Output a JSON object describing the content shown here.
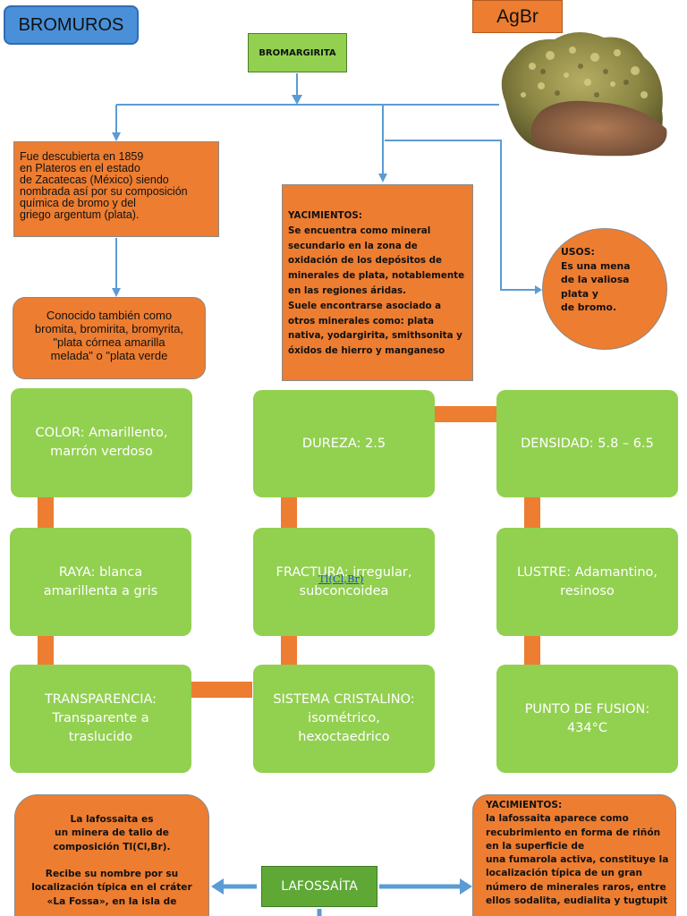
{
  "title": "BROMUROS",
  "formula_label": "AgBr",
  "mineral_image": "bromargyrite-mineral-specimen",
  "center": "BROMARGIRITA",
  "history": "Fue descubierta en 1859\nen Plateros en el estado\nde Zacatecas (México) siendo\nnombrada así por su composición\nquímica de bromo y del\ngriego argentum (plata).",
  "alias": "Conocido también como\nbromita, bromirita, bromyrita,\n\"plata córnea amarilla\nmelada\" o \"plata verde",
  "yacimientos": {
    "heading": "YACIMIENTOS:",
    "text": "Se encuentra como mineral\nsecundario en la zona de\noxidación de los depósitos de\nminerales de plata, notablemente\nen las regiones áridas.\nSuele encontrarse asociado a\notros minerales como: plata\nnativa, yodargirita, smithsonita y\nóxidos de hierro y manganeso"
  },
  "usos": {
    "heading": "USOS:",
    "text": "Es una mena\nde la valiosa\nplata y\nde bromo."
  },
  "properties": {
    "color": "COLOR: Amarillento,\nmarrón verdoso",
    "dureza": "DUREZA: 2.5",
    "densidad": "DENSIDAD: 5.8 – 6.5",
    "raya": "RAYA: blanca\namarillenta a gris",
    "fractura": "FRACTURA: irregular,\nsubconcoidea",
    "lustre": "LUSTRE: Adamantino,\nresinoso",
    "transparencia": "TRANSPARENCIA:\nTransparente a\ntraslucido",
    "sistema": "SISTEMA CRISTALINO:\nisométrico,\nhexoctaedrico",
    "fusion": "PUNTO DE FUSION:\n434°C"
  },
  "link_formula": "Tl(Cl,Br)",
  "lafossaita": {
    "label": "LAFOSSAÍTA",
    "left_text": "La lafossaita es\nun minera  de talio de\ncomposición Tl(Cl,Br).\n\nRecibe su nombre por su\nlocalización típica en el cráter\n«La Fossa», en la isla de",
    "right_heading": "YACIMIENTOS:",
    "right_text": "la lafossaita aparece como\nrecubrimiento en forma de riñón\nen la superficie de\nuna fumarola activa, constituye la\nlocalización típica de un gran\nnúmero de minerales raros, entre\nellos sodalita, eudialita y tugtupit"
  },
  "colors": {
    "title_blue": "#4a90d9",
    "orange": "#ed7d31",
    "green": "#92d050",
    "connector_blue": "#5b9bd5"
  }
}
